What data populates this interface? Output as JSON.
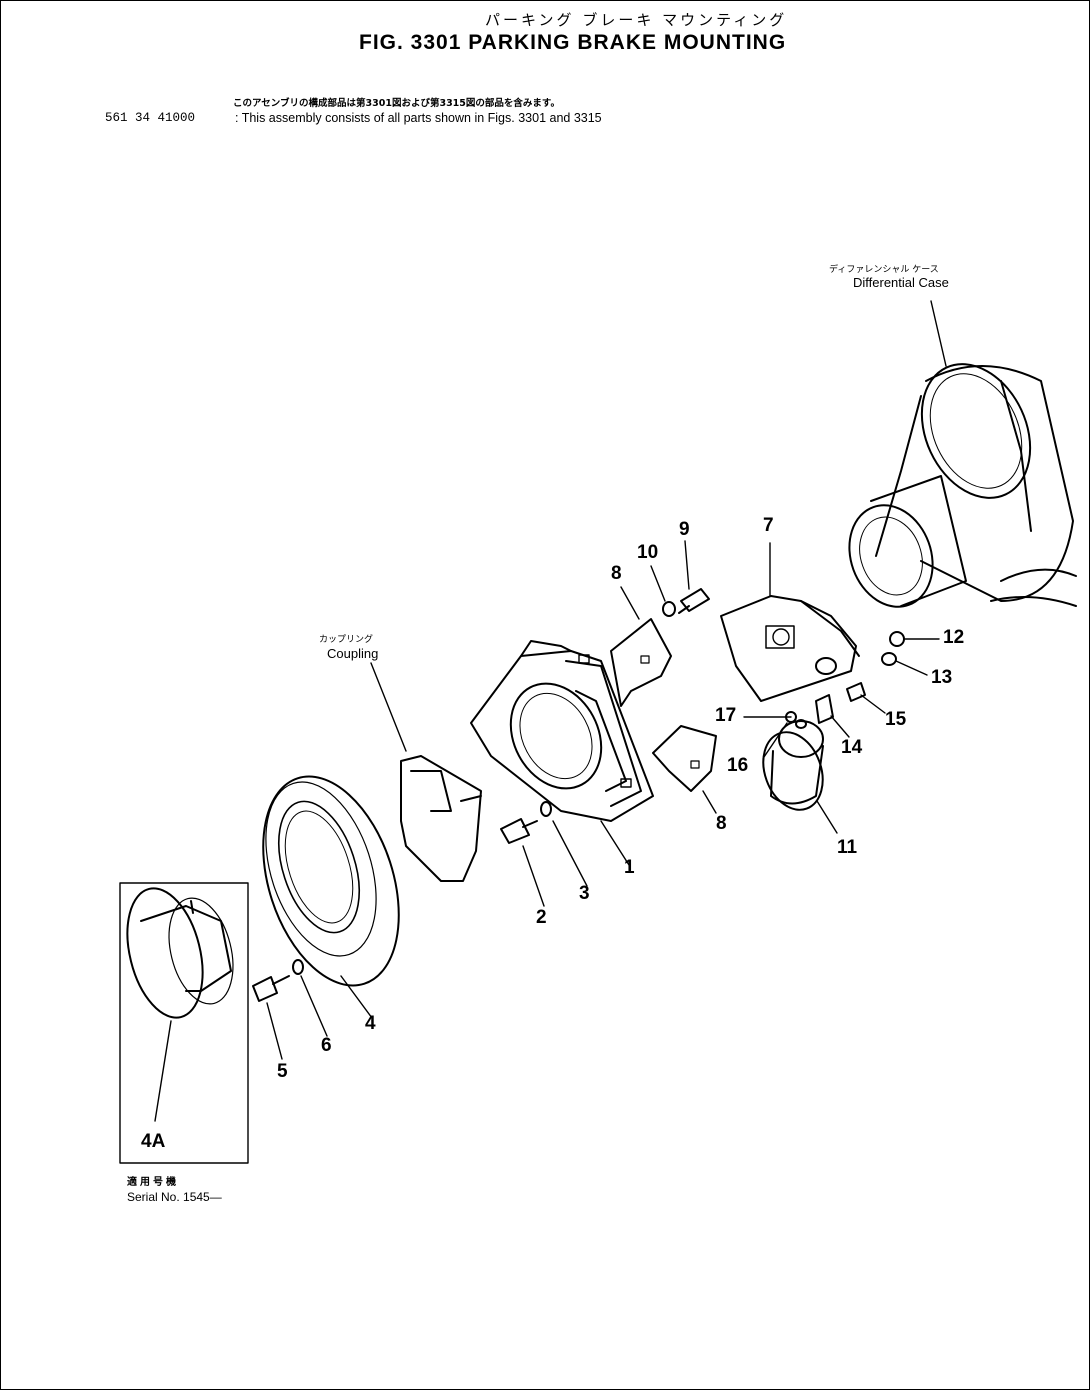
{
  "header": {
    "title_jp": "パーキング ブレーキ マウンティング",
    "title": "FIG. 3301  PARKING BRAKE MOUNTING",
    "note_jp": "このアセンブリの構成部品は第3301図および第3315図の部品を含みます。",
    "part_number": "561 34 41000",
    "note": ": This assembly consists of all parts shown in Figs. 3301 and 3315"
  },
  "callouts": {
    "diff_case_jp": "ディファレンシャル ケース",
    "diff_case": "Differential Case",
    "coupling_jp": "カップリング",
    "coupling": "Coupling"
  },
  "part_numbers": [
    "1",
    "2",
    "3",
    "4",
    "4A",
    "5",
    "6",
    "7",
    "8",
    "8",
    "9",
    "10",
    "11",
    "12",
    "13",
    "14",
    "15",
    "16",
    "17"
  ],
  "inset": {
    "serial_jp": "適用号機",
    "serial": "Serial No. 1545—"
  }
}
